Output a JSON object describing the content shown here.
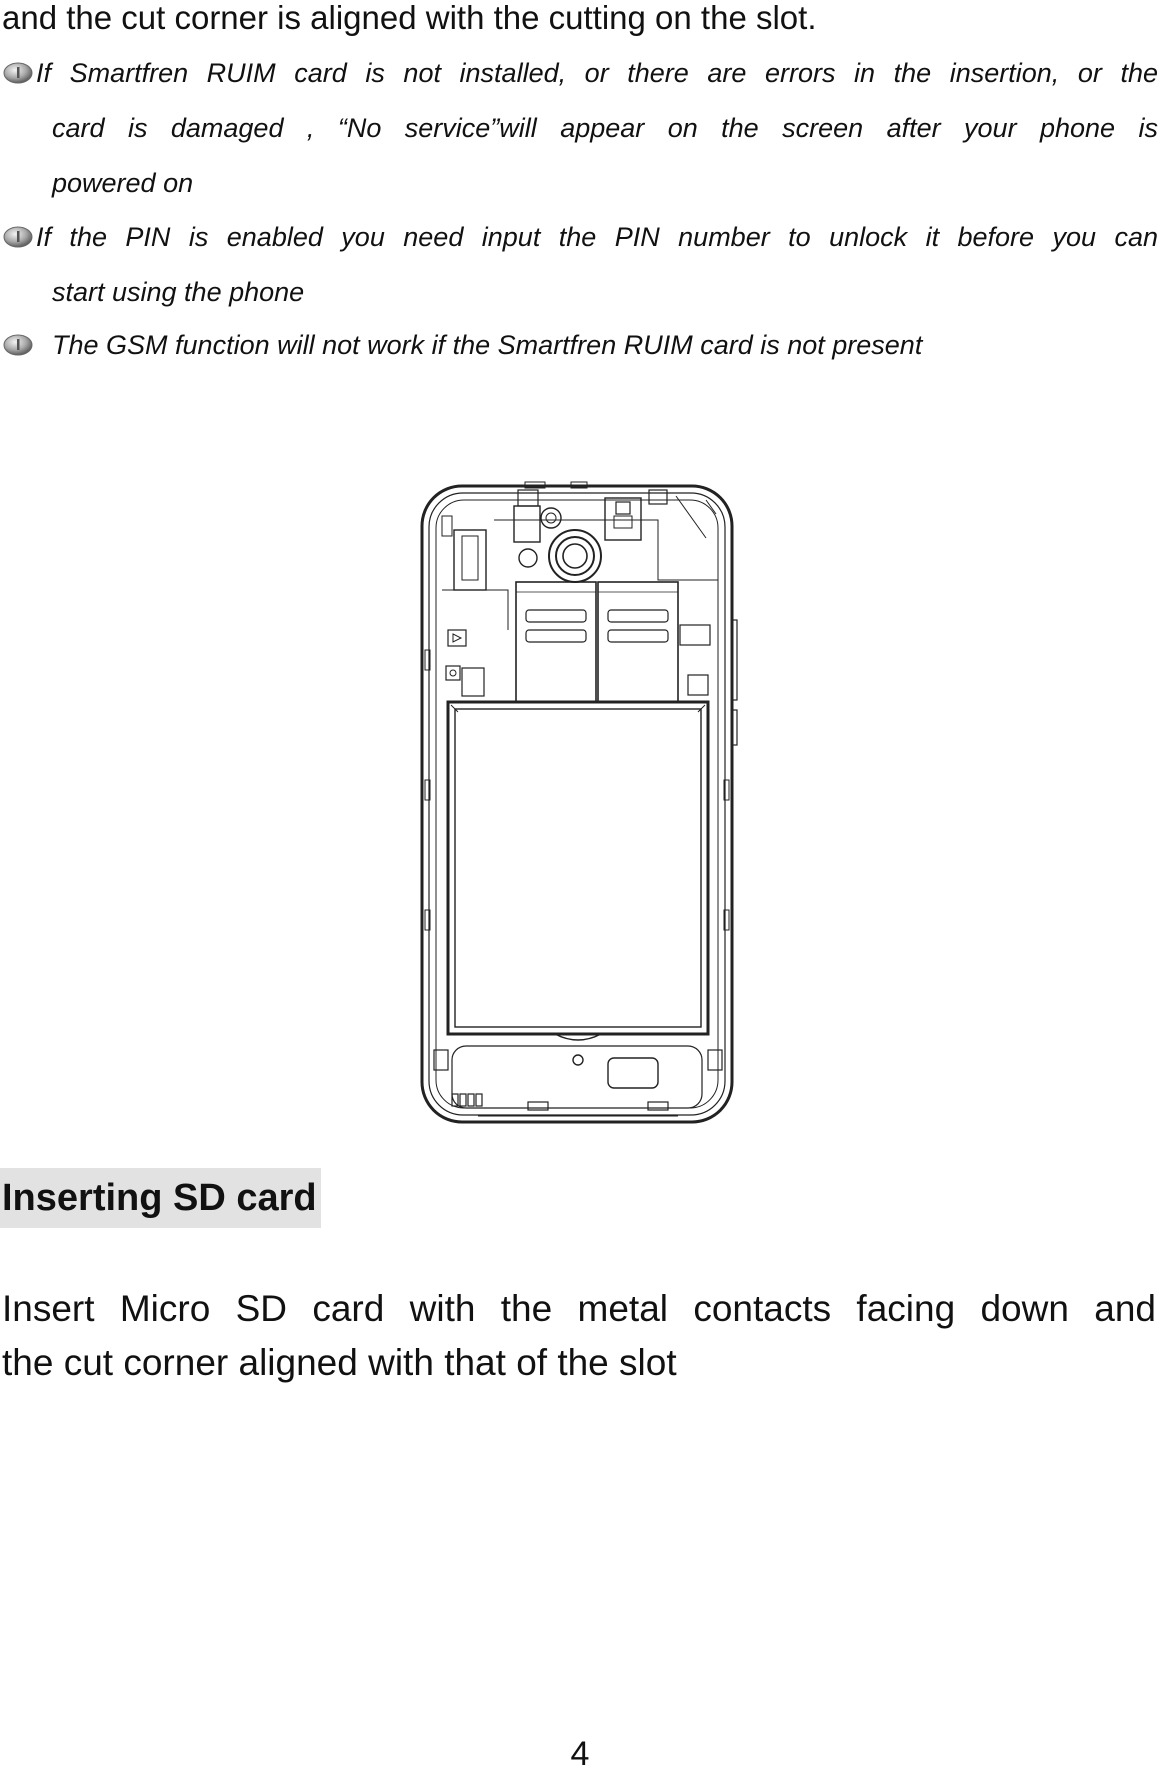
{
  "page": {
    "lead_line": "and the cut corner is aligned with the cutting on the slot.",
    "notes": [
      {
        "icon": "info-bullet-icon",
        "lines": [
          "If Smartfren RUIM card is not installed, or there are errors in the insertion, or the",
          "card is damaged , “No service”will appear on the screen after your phone is",
          "powered on"
        ]
      },
      {
        "icon": "info-bullet-icon",
        "lines": [
          "If the PIN is enabled you need input the PIN number to unlock it before you can",
          "start using the phone"
        ]
      },
      {
        "icon": "info-bullet-icon",
        "lines": [
          "The GSM function will not work if the Smartfren RUIM card is not present"
        ]
      }
    ],
    "figure": {
      "kind": "phone-back-line-drawing"
    },
    "section_heading": "Inserting SD card",
    "body_lines": [
      "Insert Micro SD card with the metal contacts facing down and",
      "the cut corner aligned with that of the slot"
    ],
    "page_number": "4"
  }
}
